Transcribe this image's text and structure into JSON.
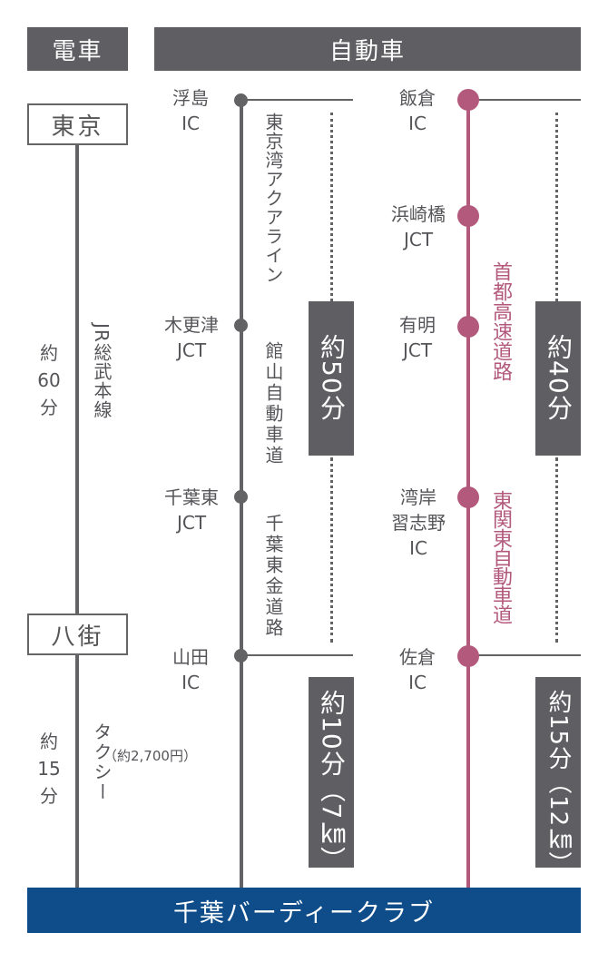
{
  "headers": {
    "train": "電車",
    "car": "自動車"
  },
  "train": {
    "station_start": "東京",
    "station_mid": "八街",
    "line_name": "JR総武本線",
    "time1_a": "約",
    "time1_b": "60",
    "time1_c": "分",
    "taxi_name": "タクシー",
    "taxi_fare": "（約2,700円）",
    "time2_a": "約",
    "time2_b": "15",
    "time2_c": "分"
  },
  "route1": {
    "stops": [
      {
        "l1": "浮島",
        "l2": "IC"
      },
      {
        "l1": "木更津",
        "l2": "JCT"
      },
      {
        "l1": "千葉東",
        "l2": "JCT"
      },
      {
        "l1": "山田",
        "l2": "IC"
      }
    ],
    "roads": [
      "東京湾アクアライン",
      "館山自動車道",
      "千葉東金道路"
    ],
    "time_main": "約50分",
    "time_last": "約10分（7㎞）"
  },
  "route2": {
    "stops": [
      {
        "l1": "飯倉",
        "l2": "IC"
      },
      {
        "l1": "浜崎橋",
        "l2": "JCT"
      },
      {
        "l1": "有明",
        "l2": "JCT"
      },
      {
        "l1": "湾岸",
        "l2": "習志野",
        "l3": "IC"
      },
      {
        "l1": "佐倉",
        "l2": "IC"
      }
    ],
    "roads": [
      "首都高速道路",
      "東関東自動車道"
    ],
    "time_main": "約40分",
    "time_last": "約15分（12㎞）"
  },
  "destination": "千葉バーディークラブ",
  "colors": {
    "header": "#5f5f63",
    "line": "#636366",
    "accent": "#b35a7c",
    "footer": "#0e4d8a"
  }
}
